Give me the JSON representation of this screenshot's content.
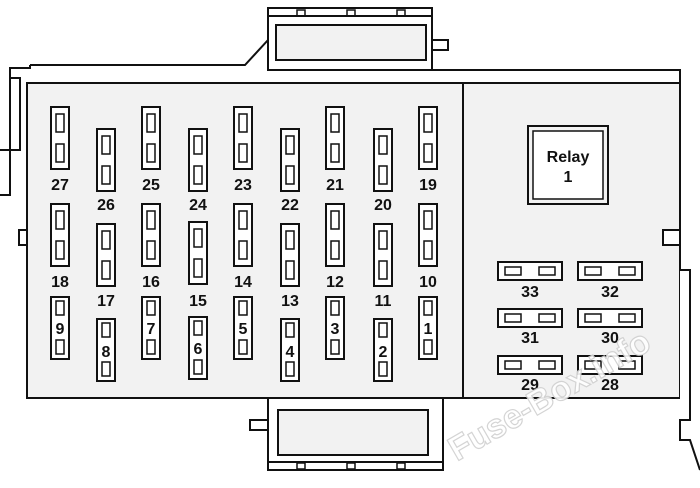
{
  "relay": {
    "line1": "Relay",
    "line2": "1"
  },
  "watermark": "Fuse-Box.info",
  "colors": {
    "line": "#111111",
    "fill": "#f2f2f2",
    "bg": "#ffffff"
  },
  "fuses": [
    {
      "id": "1",
      "label": "1"
    },
    {
      "id": "2",
      "label": "2"
    },
    {
      "id": "3",
      "label": "3"
    },
    {
      "id": "4",
      "label": "4"
    },
    {
      "id": "5",
      "label": "5"
    },
    {
      "id": "6",
      "label": "6"
    },
    {
      "id": "7",
      "label": "7"
    },
    {
      "id": "8",
      "label": "8"
    },
    {
      "id": "9",
      "label": "9"
    },
    {
      "id": "10",
      "label": "10"
    },
    {
      "id": "11",
      "label": "11"
    },
    {
      "id": "12",
      "label": "12"
    },
    {
      "id": "13",
      "label": "13"
    },
    {
      "id": "14",
      "label": "14"
    },
    {
      "id": "15",
      "label": "15"
    },
    {
      "id": "16",
      "label": "16"
    },
    {
      "id": "17",
      "label": "17"
    },
    {
      "id": "18",
      "label": "18"
    },
    {
      "id": "19",
      "label": "19"
    },
    {
      "id": "20",
      "label": "20"
    },
    {
      "id": "21",
      "label": "21"
    },
    {
      "id": "22",
      "label": "22"
    },
    {
      "id": "23",
      "label": "23"
    },
    {
      "id": "24",
      "label": "24"
    },
    {
      "id": "25",
      "label": "25"
    },
    {
      "id": "26",
      "label": "26"
    },
    {
      "id": "27",
      "label": "27"
    },
    {
      "id": "28",
      "label": "28"
    },
    {
      "id": "29",
      "label": "29"
    },
    {
      "id": "30",
      "label": "30"
    },
    {
      "id": "31",
      "label": "31"
    },
    {
      "id": "32",
      "label": "32"
    },
    {
      "id": "33",
      "label": "33"
    }
  ]
}
